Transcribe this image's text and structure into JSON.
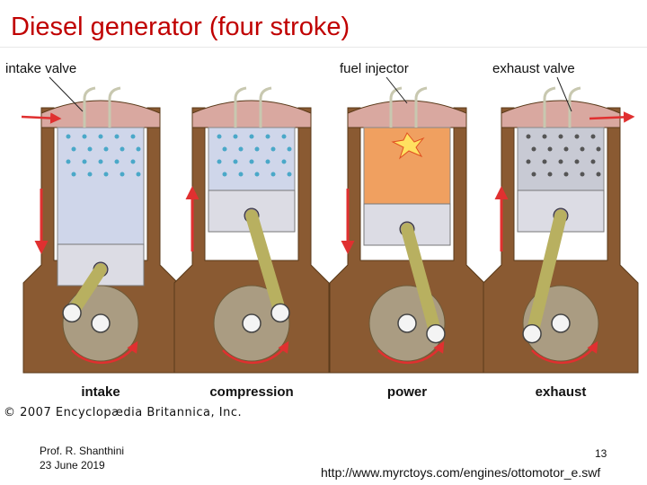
{
  "title": "Diesel generator (four stroke)",
  "labels": {
    "intake_valve": "intake valve",
    "fuel_injector": "fuel injector",
    "exhaust_valve": "exhaust valve"
  },
  "strokes": [
    {
      "id": "intake",
      "label": "intake"
    },
    {
      "id": "compression",
      "label": "compression"
    },
    {
      "id": "power",
      "label": "power"
    },
    {
      "id": "exhaust",
      "label": "exhaust"
    }
  ],
  "copyright": "© 2007 Encyclopædia Britannica, Inc.",
  "footer": {
    "author": "Prof. R. Shanthini",
    "date": "23 June 2019",
    "page": "13",
    "url": "http://www.myrctoys.com/engines/ottomotor_e.swf"
  },
  "colors": {
    "title": "#c00000",
    "block": "#8a5a32",
    "arrow": "#e03030",
    "rod": "#b8b060",
    "cylinder": "#cfd6ea",
    "combustion": "#f0a060"
  }
}
